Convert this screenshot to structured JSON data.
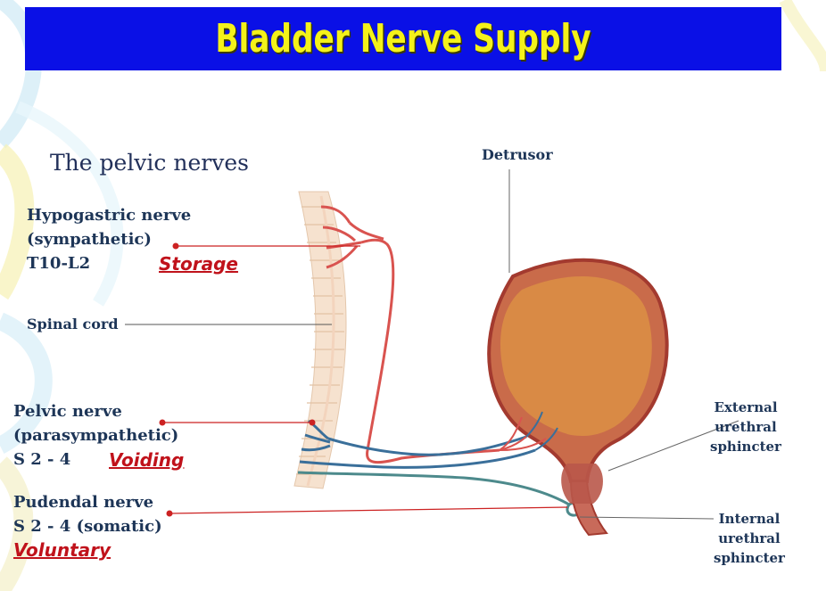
{
  "title": "Bladder Nerve Supply",
  "subtitle": "The pelvic nerves",
  "labels": {
    "hypogastric": [
      "Hypogastric nerve",
      "(sympathetic)",
      "T10-L2"
    ],
    "storage": "Storage",
    "spinal_cord": "Spinal cord",
    "pelvic": [
      "Pelvic nerve",
      "(parasympathetic)",
      "S 2 - 4"
    ],
    "voiding": "Voiding",
    "pudendal": [
      "Pudendal nerve",
      "S 2 - 4  (somatic)"
    ],
    "voluntary": "Voluntary",
    "detrusor": "Detrusor",
    "external_sphincter": [
      "External",
      "urethral",
      "sphincter"
    ],
    "internal_sphincter": [
      "Internal",
      "urethral",
      "sphincter"
    ]
  },
  "colors": {
    "title_bg": "#0a10e6",
    "title_text": "#f4f21a",
    "label_text": "#1d3557",
    "function_text": "#c0121b",
    "sympathetic_nerve": "#d9534f",
    "parasympathetic_nerve": "#3a6f9a",
    "bladder": "#c96b4a"
  }
}
